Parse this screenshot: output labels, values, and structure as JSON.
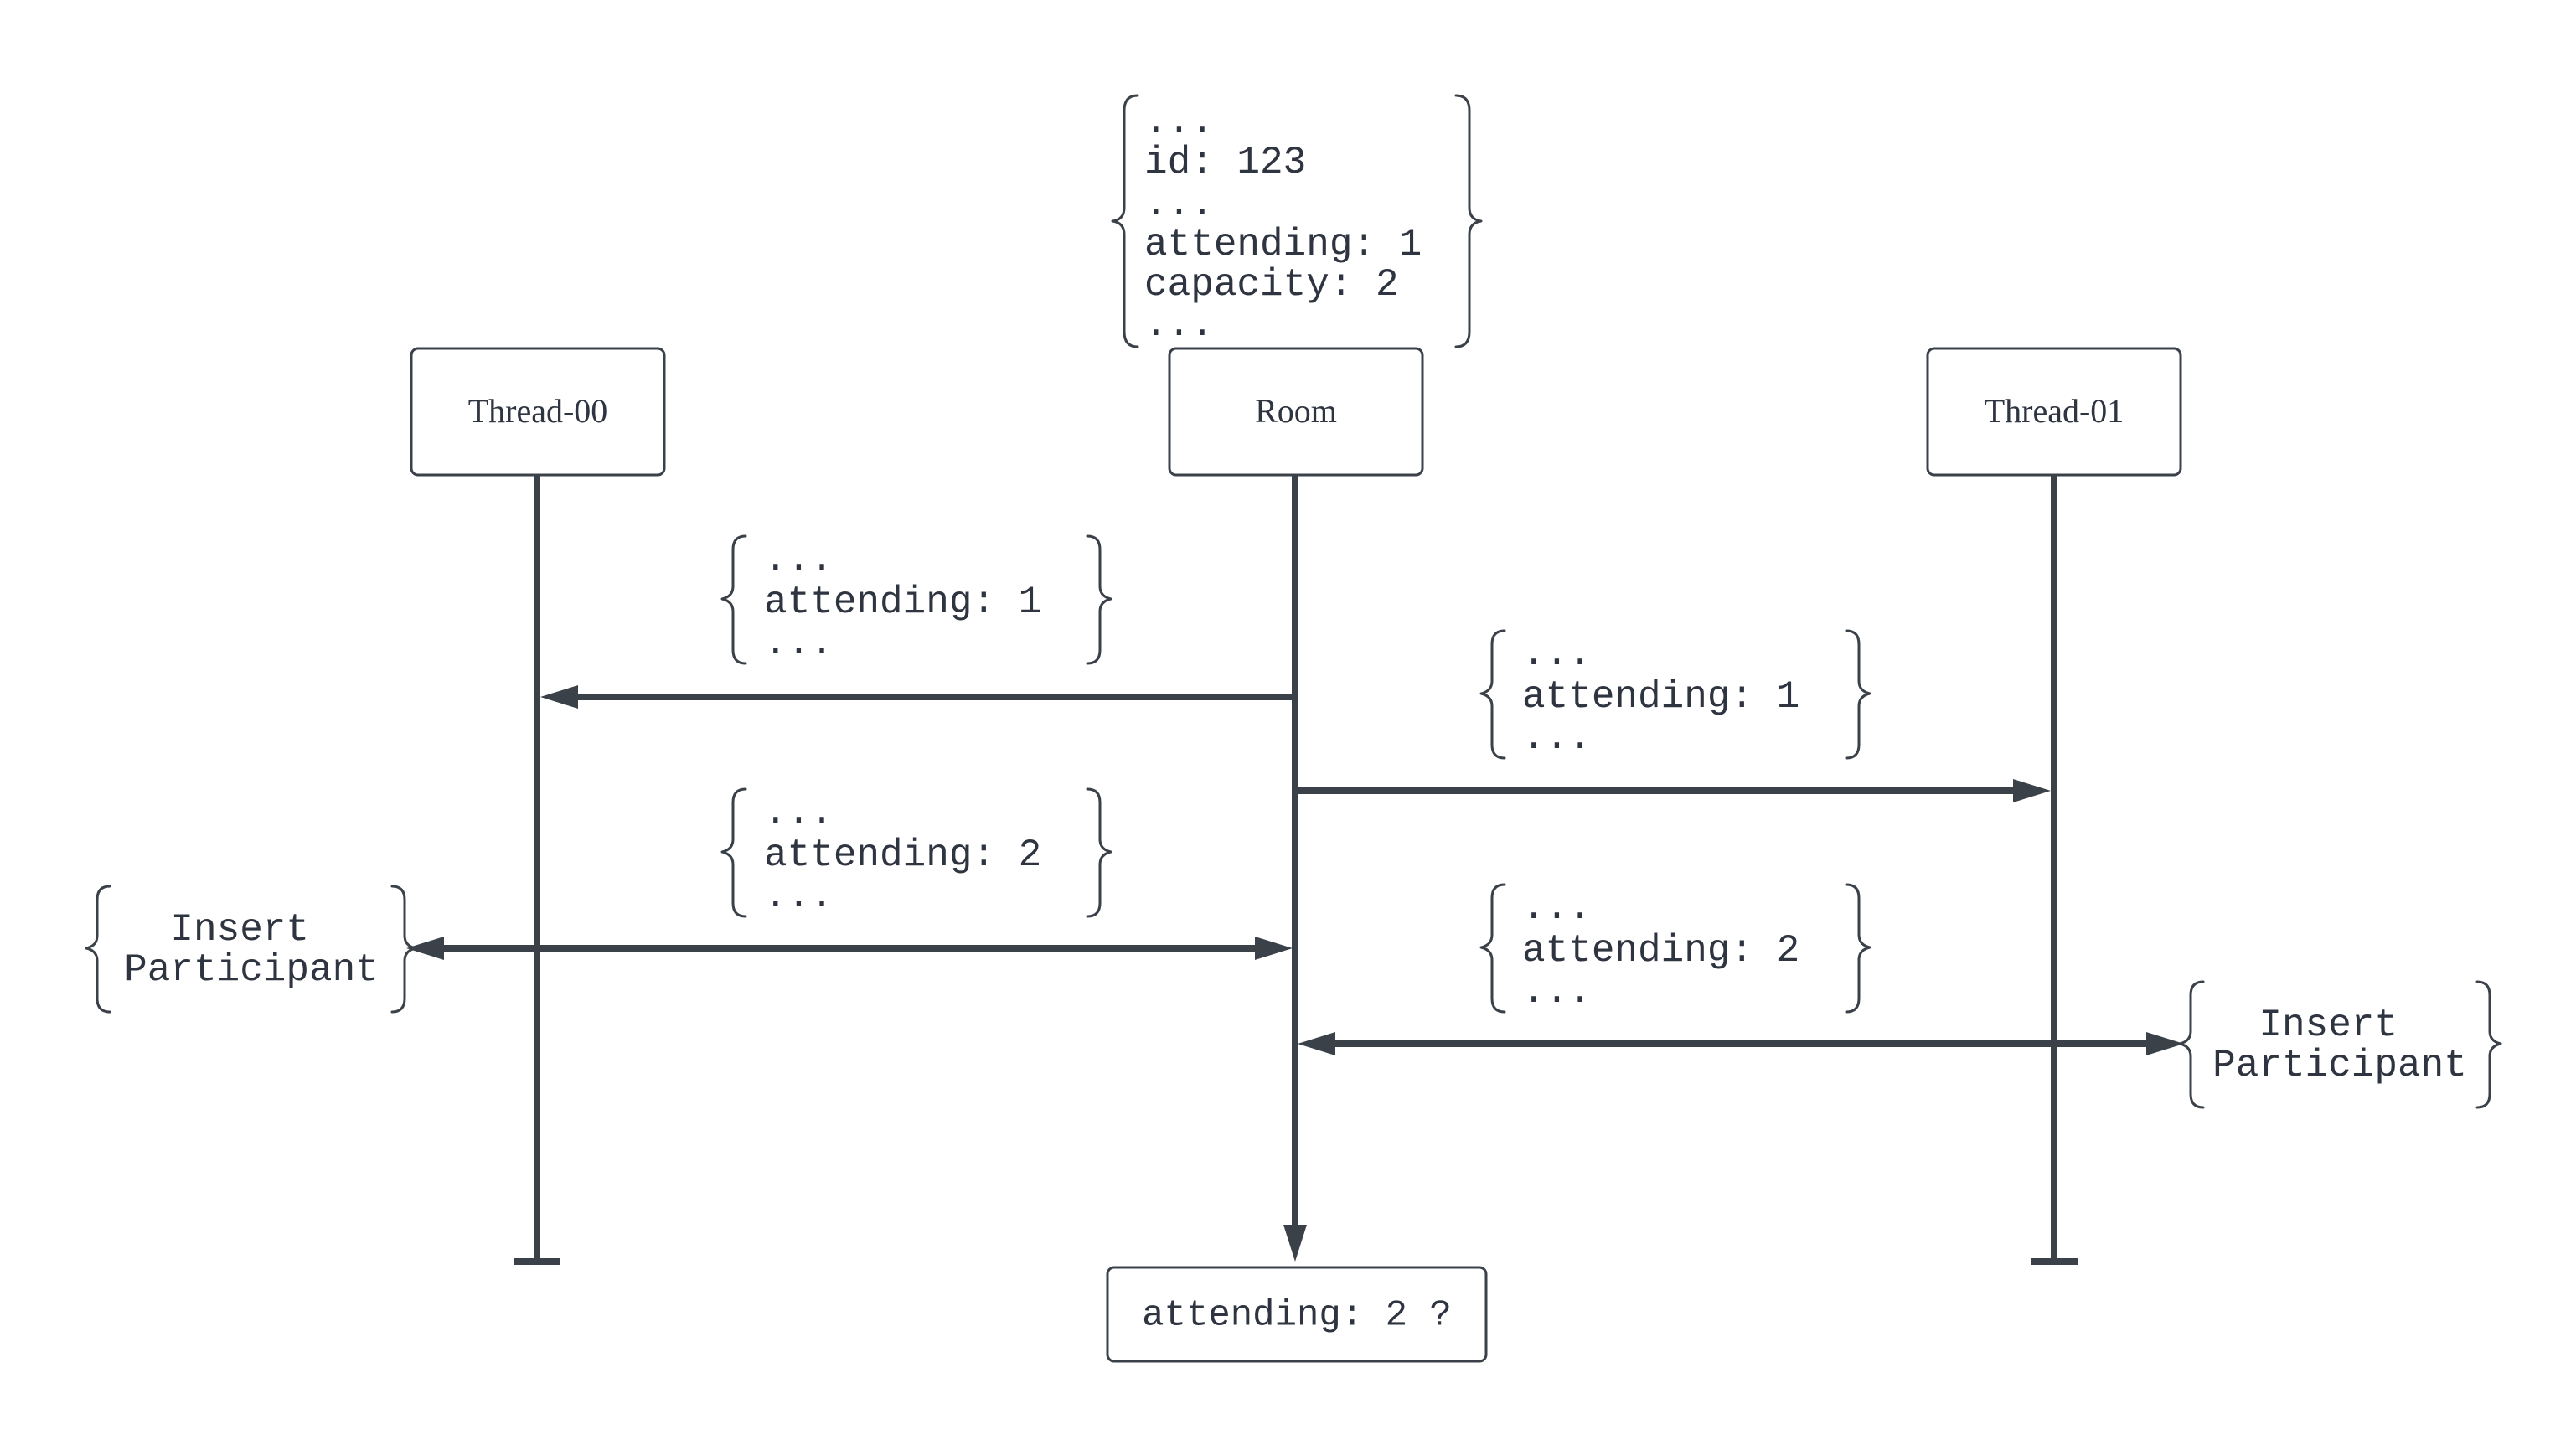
{
  "room_state": {
    "lines": [
      "...",
      "id: 123",
      "...",
      "attending: 1",
      "capacity: 2",
      "..."
    ]
  },
  "participants": {
    "thread_00": "Thread-00",
    "room": "Room",
    "thread_01": "Thread-01"
  },
  "messages": {
    "read_00": {
      "lines": [
        "...",
        "attending: 1",
        "..."
      ]
    },
    "read_01": {
      "lines": [
        "...",
        "attending: 1",
        "..."
      ]
    },
    "write_00": {
      "lines": [
        "...",
        "attending: 2",
        "..."
      ]
    },
    "write_01": {
      "lines": [
        "...",
        "attending: 2",
        "..."
      ]
    }
  },
  "actions": {
    "insert_00": {
      "lines": [
        "Insert",
        "Participant"
      ]
    },
    "insert_01": {
      "lines": [
        "Insert",
        "Participant"
      ]
    }
  },
  "result": "attending: 2 ?",
  "colors": {
    "ink": "#3b4149",
    "text": "#2e3440",
    "background": "#ffffff"
  }
}
